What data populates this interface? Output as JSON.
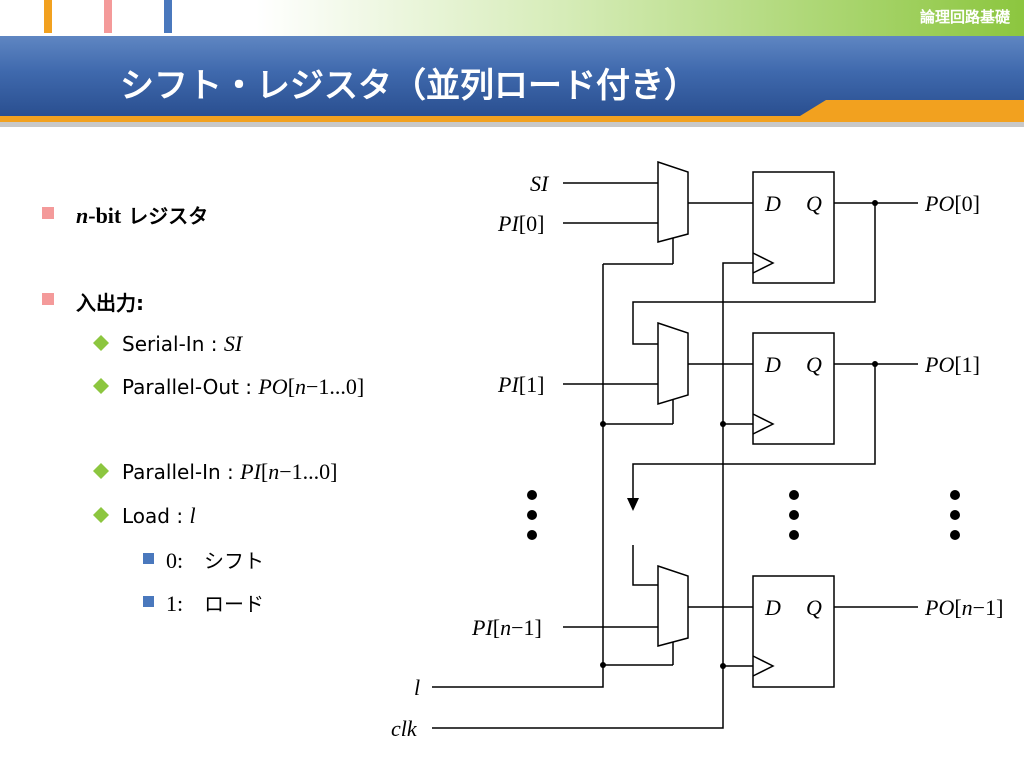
{
  "header": {
    "course_title": "論理回路基礎",
    "slide_title": "シフト・レジスタ（並列ロード付き）"
  },
  "bullets": {
    "b1_n": "n",
    "b1_text": "-bit",
    "b1_jp": " レジスタ",
    "b2_text": "入出力:",
    "serial_in_label": "Serial-In : ",
    "serial_in_sym": "SI",
    "parallel_out_label": "Parallel-Out : ",
    "parallel_out_sym": "PO",
    "parallel_out_range_a": "[",
    "parallel_out_n": "n",
    "parallel_out_range_b": "−1...0]",
    "parallel_in_label": "Parallel-In : ",
    "parallel_in_sym": "PI",
    "parallel_in_range_a": "[",
    "parallel_in_n": "n",
    "parallel_in_range_b": "−1...0]",
    "load_label": "Load : ",
    "load_sym": "l",
    "opt0_num": "0:",
    "opt0_text": "シフト",
    "opt1_num": "1:",
    "opt1_text": "ロード"
  },
  "diagram": {
    "si": "SI",
    "pi0_a": "PI",
    "pi0_b": "[0]",
    "pi1_a": "PI",
    "pi1_b": "[1]",
    "pin_a": "PI",
    "pin_b": "[",
    "pin_n": "n",
    "pin_c": "−1]",
    "po0_a": "PO",
    "po0_b": "[0]",
    "po1_a": "PO",
    "po1_b": "[1]",
    "pon_a": "PO",
    "pon_b": "[",
    "pon_n": "n",
    "pon_c": "−1]",
    "d": "D",
    "q": "Q",
    "l": "l",
    "clk": "clk"
  },
  "colors": {
    "title_blue": "#3f69ad",
    "accent_orange": "#f2a11f",
    "accent_green": "#8cc63f",
    "bullet_pink": "#f49a9a",
    "bullet_green": "#8cc63f",
    "bullet_blue": "#4a78bd"
  }
}
